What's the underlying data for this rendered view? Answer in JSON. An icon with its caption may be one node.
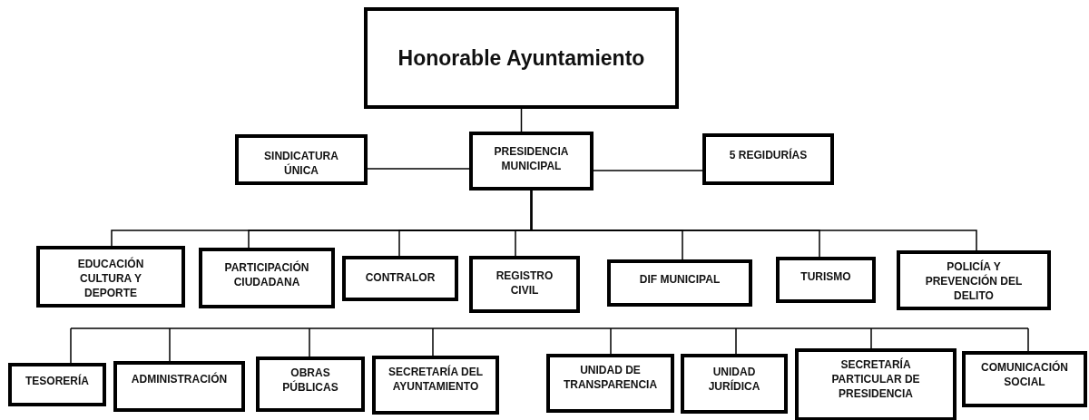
{
  "diagram": {
    "nodes": [
      {
        "text": [
          "Honorable Ayuntamiento"
        ]
      },
      {
        "text": [
          "SINDICATURA ÚNICA"
        ]
      },
      {
        "text": [
          "PRESIDENCIA MUNICIPAL"
        ]
      },
      {
        "text": [
          "5 REGIDURÍAS"
        ]
      },
      {
        "text": [
          "EDUCACIÓN CULTURA Y DEPORTE"
        ]
      },
      {
        "text": [
          "PARTICIPACIÓN CIUDADANA"
        ]
      },
      {
        "text": [
          "CONTRALOR"
        ]
      },
      {
        "text": [
          "REGISTRO CIVIL"
        ]
      },
      {
        "text": [
          "DIF MUNICIPAL"
        ]
      },
      {
        "text": [
          "TURISMO"
        ]
      },
      {
        "text": [
          "POLICÍA Y PREVENCIÓN DEL DELITO"
        ]
      },
      {
        "text": [
          "TESORERÍA"
        ]
      },
      {
        "text": [
          "ADMINISTRACIÓN"
        ]
      },
      {
        "text": [
          "OBRAS PÚBLICAS"
        ]
      },
      {
        "text": [
          "SECRETARÍA DEL AYUNTAMIENTO"
        ]
      },
      {
        "text": [
          "UNIDAD DE TRANSPARENCIA"
        ]
      },
      {
        "text": [
          "UNIDAD JURÍDICA"
        ]
      },
      {
        "text": [
          "SECRETARÍA PARTICULAR DE PRESIDENCIA"
        ]
      },
      {
        "text": [
          "COMUNICACIÓN SOCIAL"
        ]
      }
    ],
    "edges": [
      {
        "from": 0,
        "to": 2,
        "arrow": "none"
      },
      {
        "from": 1,
        "to": 2,
        "arrow": "none"
      },
      {
        "from": 2,
        "to": 3,
        "arrow": "none"
      },
      {
        "from": 2,
        "to": 4,
        "arrow": "none"
      },
      {
        "from": 2,
        "to": 5,
        "arrow": "none"
      },
      {
        "from": 2,
        "to": 6,
        "arrow": "none"
      },
      {
        "from": 2,
        "to": 7,
        "arrow": "none"
      },
      {
        "from": 2,
        "to": 8,
        "arrow": "none"
      },
      {
        "from": 2,
        "to": 9,
        "arrow": "none"
      },
      {
        "from": 2,
        "to": 10,
        "arrow": "none"
      },
      {
        "from": null,
        "to": 11,
        "arrow": "none"
      },
      {
        "from": null,
        "to": 12,
        "arrow": "none"
      },
      {
        "from": null,
        "to": 13,
        "arrow": "none"
      },
      {
        "from": null,
        "to": 14,
        "arrow": "none"
      },
      {
        "from": null,
        "to": 15,
        "arrow": "none"
      },
      {
        "from": null,
        "to": 16,
        "arrow": "none"
      },
      {
        "from": null,
        "to": 17,
        "arrow": "none"
      },
      {
        "from": null,
        "to": 18,
        "arrow": "none"
      }
    ]
  }
}
